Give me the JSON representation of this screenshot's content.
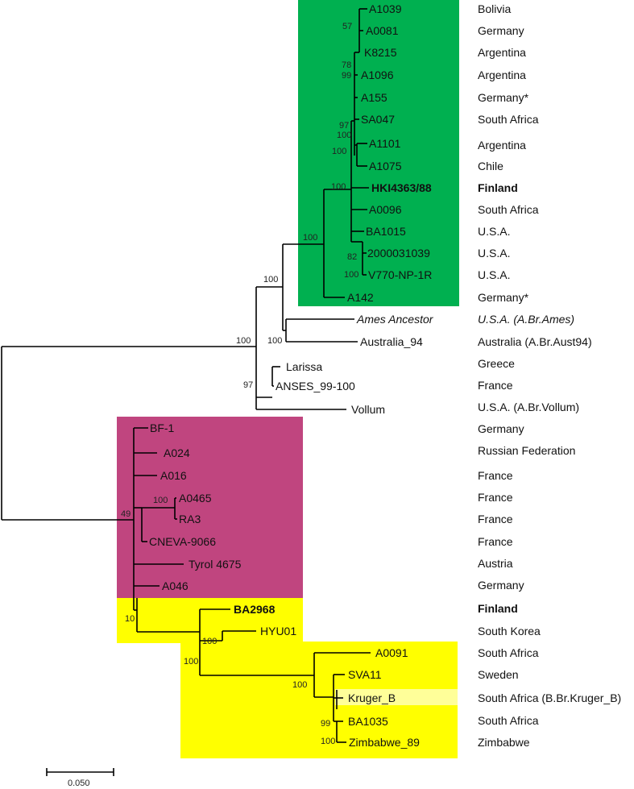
{
  "colors": {
    "clade_green": "#00b050",
    "clade_magenta": "#c0457f",
    "clade_yellow": "#ffff00",
    "kruger_highlight": "#ffff99",
    "branch": "#000000"
  },
  "scale_bar": {
    "label": "0.050"
  },
  "leaves": [
    {
      "id": "A1039",
      "label": "A1039",
      "country": "Bolivia"
    },
    {
      "id": "A0081",
      "label": "A0081",
      "country": "Germany"
    },
    {
      "id": "K8215",
      "label": "K8215",
      "country": "Argentina"
    },
    {
      "id": "A1096",
      "label": "A1096",
      "country": "Argentina"
    },
    {
      "id": "A155",
      "label": "A155",
      "country": "Germany*"
    },
    {
      "id": "SA047",
      "label": "SA047",
      "country": "South Africa"
    },
    {
      "id": "A1101",
      "label": "A1101",
      "country": "Argentina"
    },
    {
      "id": "A1075",
      "label": "A1075",
      "country": "Chile"
    },
    {
      "id": "HKI4363",
      "label": "HKI4363/88",
      "country": "Finland",
      "bold": true
    },
    {
      "id": "A0096",
      "label": "A0096",
      "country": "South Africa"
    },
    {
      "id": "BA1015",
      "label": "BA1015",
      "country": "U.S.A."
    },
    {
      "id": "S2000031039",
      "label": "2000031039",
      "country": "U.S.A."
    },
    {
      "id": "V770",
      "label": "V770-NP-1R",
      "country": "U.S.A."
    },
    {
      "id": "A142",
      "label": "A142",
      "country": "Germany*"
    },
    {
      "id": "AmesAnc",
      "label": "Ames Ancestor",
      "country": "U.S.A. (A.Br.Ames)",
      "italic": true
    },
    {
      "id": "Aus94",
      "label": "Australia_94",
      "country": "Australia (A.Br.Aust94)"
    },
    {
      "id": "Larissa",
      "label": "Larissa",
      "country": "Greece"
    },
    {
      "id": "ANSES",
      "label": "ANSES_99-100",
      "country": "France"
    },
    {
      "id": "Vollum",
      "label": "Vollum",
      "country": "U.S.A. (A.Br.Vollum)"
    },
    {
      "id": "BF1",
      "label": "BF-1",
      "country": "Germany"
    },
    {
      "id": "A024",
      "label": "A024",
      "country": "Russian Federation"
    },
    {
      "id": "A016",
      "label": "A016",
      "country": "France"
    },
    {
      "id": "A0465",
      "label": "A0465",
      "country": "France"
    },
    {
      "id": "RA3",
      "label": "RA3",
      "country": "France"
    },
    {
      "id": "CNEVA",
      "label": "CNEVA-9066",
      "country": "France"
    },
    {
      "id": "Tyrol",
      "label": "Tyrol 4675",
      "country": "Austria"
    },
    {
      "id": "A046",
      "label": "A046",
      "country": "Germany"
    },
    {
      "id": "BA2968",
      "label": "BA2968",
      "country": "Finland",
      "bold": true
    },
    {
      "id": "HYU01",
      "label": "HYU01",
      "country": "South Korea"
    },
    {
      "id": "A0091",
      "label": "A0091",
      "country": "South Africa"
    },
    {
      "id": "SVA11",
      "label": "SVA11",
      "country": "Sweden"
    },
    {
      "id": "KrugerB",
      "label": "Kruger_B",
      "country": "South Africa (B.Br.Kruger_B)"
    },
    {
      "id": "BA1035",
      "label": "BA1035",
      "country": "South Africa"
    },
    {
      "id": "Zimb89",
      "label": "Zimbabwe_89",
      "country": "Zimbabwe"
    }
  ],
  "support_values": [
    {
      "id": "s57",
      "text": "57"
    },
    {
      "id": "s78",
      "text": "78"
    },
    {
      "id": "s99a",
      "text": "99"
    },
    {
      "id": "s97a",
      "text": "97"
    },
    {
      "id": "s100a",
      "text": "100"
    },
    {
      "id": "s100b",
      "text": "100"
    },
    {
      "id": "s100c",
      "text": "100"
    },
    {
      "id": "s82",
      "text": "82"
    },
    {
      "id": "s100d",
      "text": "100"
    },
    {
      "id": "s100e",
      "text": "100"
    },
    {
      "id": "s100f",
      "text": "100"
    },
    {
      "id": "s100g",
      "text": "100"
    },
    {
      "id": "s100h",
      "text": "100"
    },
    {
      "id": "s97b",
      "text": "97"
    },
    {
      "id": "s49",
      "text": "49"
    },
    {
      "id": "s100i",
      "text": "100"
    },
    {
      "id": "s10",
      "text": "10"
    },
    {
      "id": "s100j",
      "text": "100"
    },
    {
      "id": "s100k",
      "text": "100"
    },
    {
      "id": "s100l",
      "text": "100"
    },
    {
      "id": "s99b",
      "text": "99"
    },
    {
      "id": "s100m",
      "text": "100"
    }
  ]
}
